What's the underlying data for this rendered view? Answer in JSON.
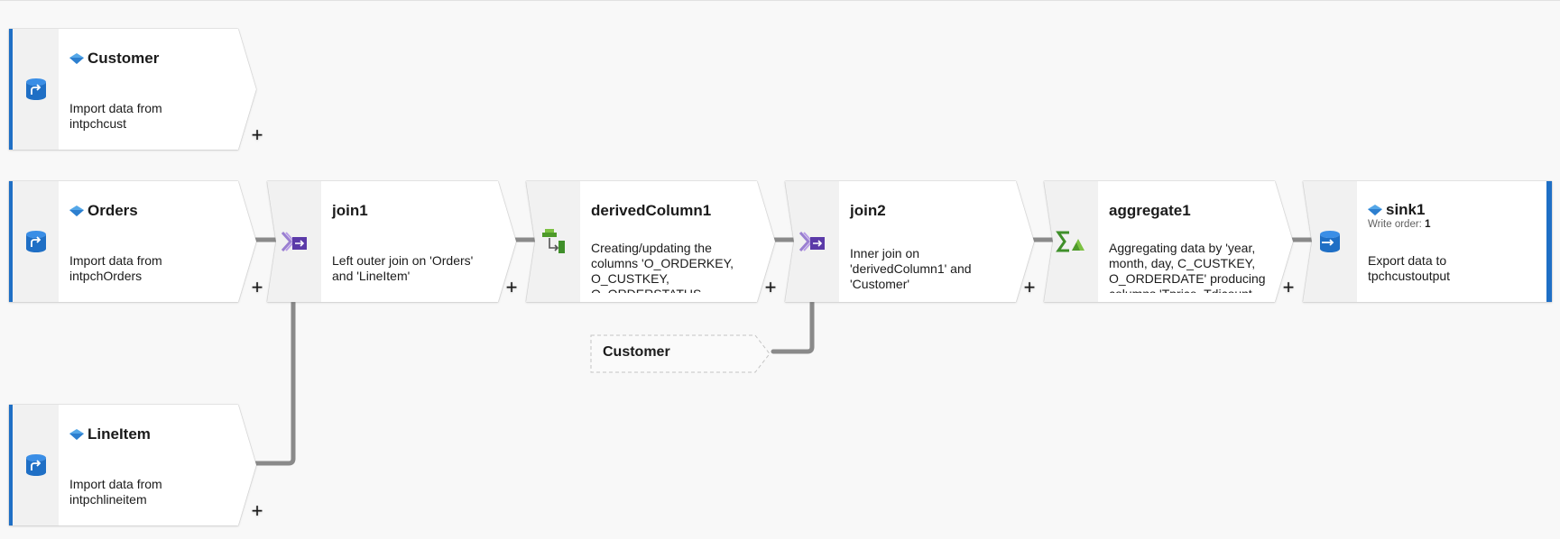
{
  "nodes": {
    "customer": {
      "title": "Customer",
      "desc": "Import data from intpchcust"
    },
    "orders": {
      "title": "Orders",
      "desc": "Import data from intpchOrders"
    },
    "lineitem": {
      "title": "LineItem",
      "desc": "Import data from intpchlineitem"
    },
    "join1": {
      "title": "join1",
      "desc": "Left outer join on 'Orders' and 'LineItem'"
    },
    "derived": {
      "title": "derivedColumn1",
      "desc": "Creating/updating the columns 'O_ORDERKEY, O_CUSTKEY, O_ORDERSTATUS,"
    },
    "join2": {
      "title": "join2",
      "desc": "Inner join on 'derivedColumn1' and 'Customer'"
    },
    "aggregate": {
      "title": "aggregate1",
      "desc": "Aggregating data by 'year, month, day, C_CUSTKEY, O_ORDERDATE' producing columns 'Tprice, Tdicount,"
    },
    "sink": {
      "title": "sink1",
      "write_order_label": "Write order:",
      "write_order_value": "1",
      "desc": "Export data to tpchcustoutput"
    }
  },
  "reference": {
    "label": "Customer"
  },
  "add_label": "+",
  "colors": {
    "source_accent": "#1f6fc5",
    "connector": "#8a8a8a"
  },
  "icons": {
    "source": "database-arrow-icon",
    "join": "join-icon",
    "derived": "derived-column-icon",
    "aggregate": "aggregate-sigma-icon",
    "sink": "database-export-icon",
    "title": "dataset-diamond-icon"
  }
}
